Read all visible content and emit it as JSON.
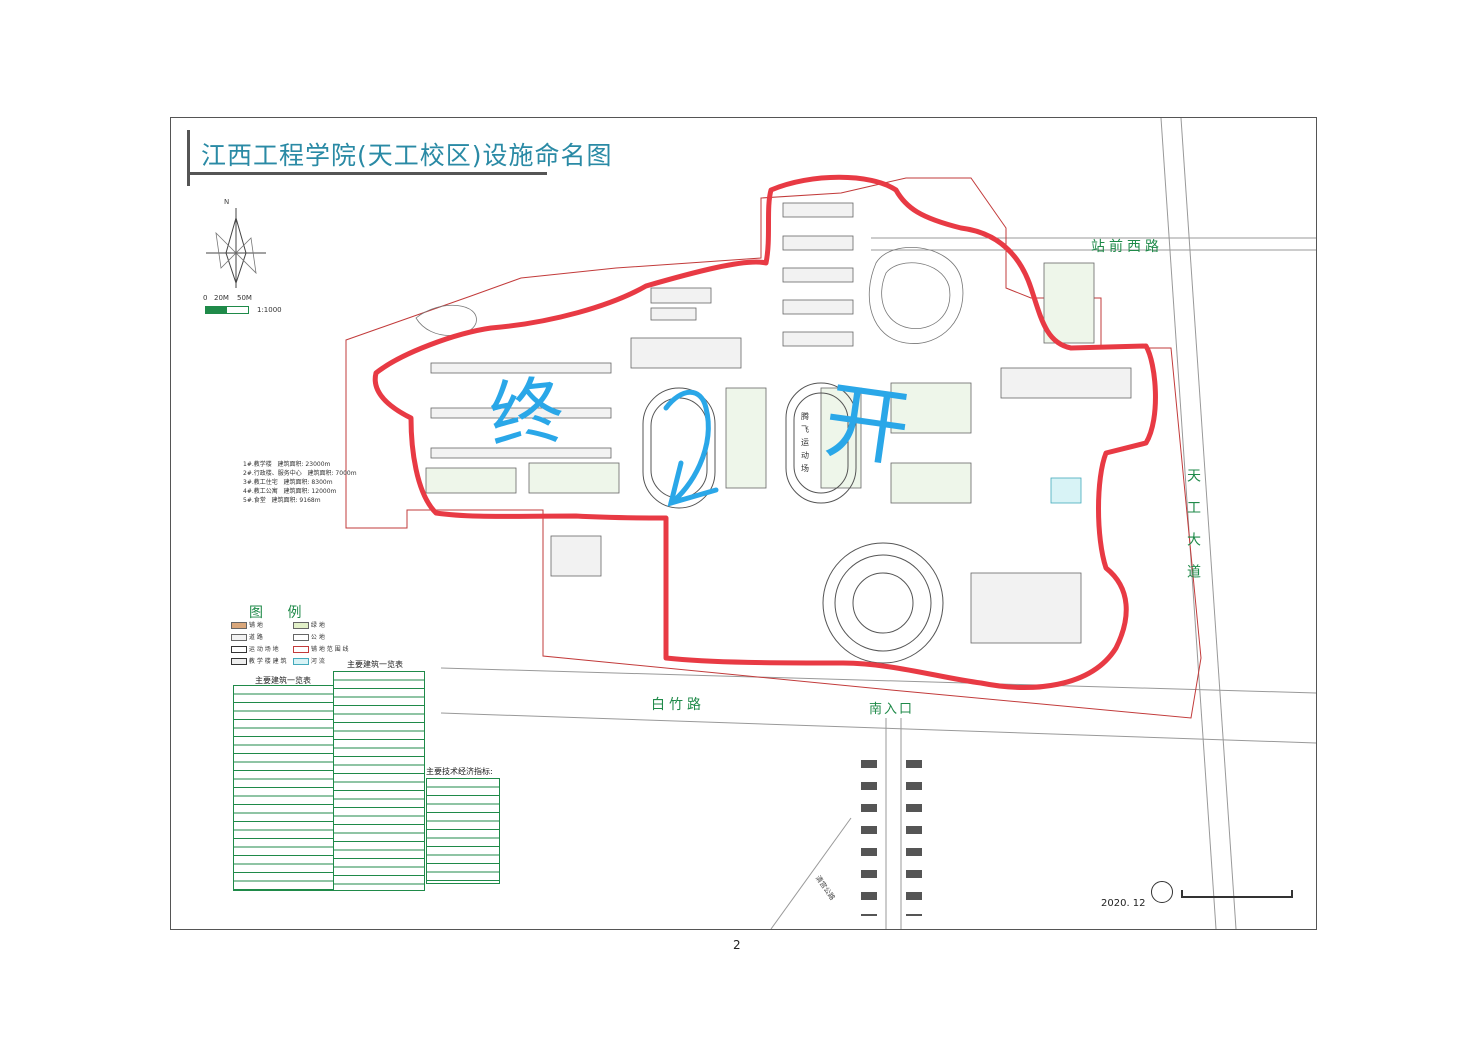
{
  "map": {
    "title": "江西工程学院(天工校区)设施命名图",
    "roads": {
      "north": "站前西路",
      "south": "白竹路",
      "east": "天工大道",
      "south_inner": "清宫公路"
    },
    "entrance": "南入口",
    "date": "2020. 12",
    "page_number": "2",
    "scale": {
      "labels": [
        "0",
        "20M",
        "50M"
      ],
      "ratio": "1:1000"
    },
    "compass_label": "N",
    "annotations": {
      "left_word": "终",
      "right_word": "开"
    },
    "track_labels": [
      "腾",
      "飞",
      "运",
      "动",
      "场"
    ],
    "building_types": [
      {
        "label": "1#.教学楼",
        "area": "建筑面积: 23000m"
      },
      {
        "label": "2#.行政楼、服务中心",
        "area": "建筑面积: 7000m"
      },
      {
        "label": "3#.教工住宅",
        "area": "建筑面积: 8300m"
      },
      {
        "label": "4#.教工公寓",
        "area": "建筑面积: 12000m"
      },
      {
        "label": "5#.食堂",
        "area": "建筑面积: 9168m"
      }
    ],
    "legend": {
      "title": "图 例",
      "items": [
        "铺 地",
        "绿 地",
        "道 路",
        "公 地",
        "运 动 场 地",
        "铺 地 范 围 线",
        "教 学 楼 建 筑",
        "河 流"
      ]
    },
    "main_buildings_title": "主要建筑一览表",
    "main_buildings_title_2": "主要建筑一览表",
    "tech_title": "主要技术经济指标:",
    "colors": {
      "title": "#2a8aa5",
      "road_label": "#1f8a49",
      "boundary_red": "#e83a44",
      "annotation_blue": "#2aa7e8",
      "site_line": "#c23b3b"
    }
  }
}
